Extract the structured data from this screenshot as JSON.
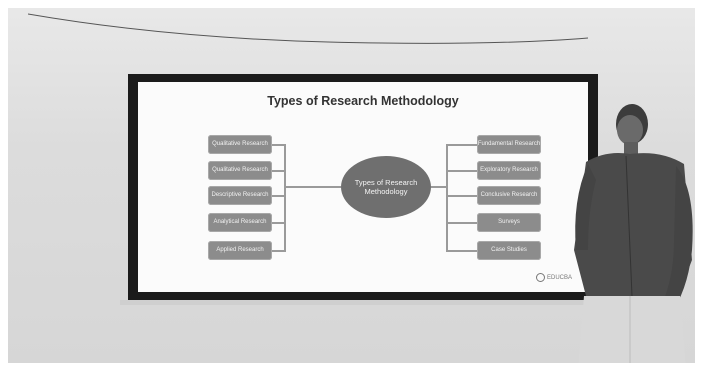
{
  "slide": {
    "title": "Types of Research Methodology",
    "center_label": "Types of Research Methodology",
    "left_boxes": [
      "Qualitative Research",
      "Qualitative Research",
      "Descriptive Research",
      "Analytical Research",
      "Applied Research"
    ],
    "right_boxes": [
      "Fundamental Research",
      "Exploratory Research",
      "Conclusive Research",
      "Surveys",
      "Case Studies"
    ],
    "logo_text": "EDUCBA"
  }
}
